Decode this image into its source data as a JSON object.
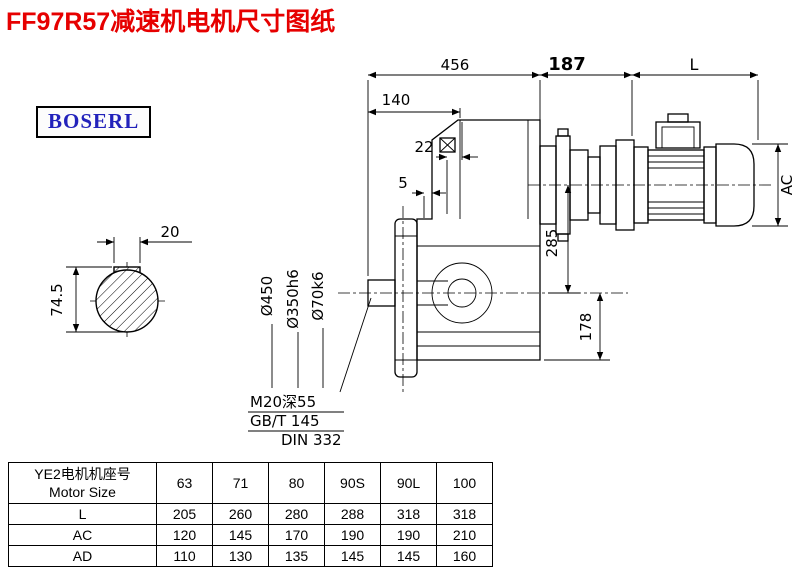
{
  "title": "FF97R57减速机电机尺寸图纸",
  "brand": "BOSERL",
  "drawing": {
    "dims": {
      "d456": "456",
      "d187": "187",
      "dL": "L",
      "d140": "140",
      "d22": "22",
      "d5": "5",
      "ac": "AC",
      "d285": "285",
      "d178": "178",
      "dia450": "Ø450",
      "dia350": "Ø350h6",
      "dia70": "Ø70k6",
      "key20": "20",
      "key74": "74.5"
    },
    "notes": [
      "M20深55",
      "GB/T 145",
      "DIN 332"
    ]
  },
  "table": {
    "header1": "YE2电机机座号",
    "header2": "Motor Size",
    "sizes": [
      "63",
      "71",
      "80",
      "90S",
      "90L",
      "100"
    ],
    "rows": [
      {
        "label": "L",
        "values": [
          "205",
          "260",
          "280",
          "288",
          "318",
          "318"
        ]
      },
      {
        "label": "AC",
        "values": [
          "120",
          "145",
          "170",
          "190",
          "190",
          "210"
        ]
      },
      {
        "label": "AD",
        "values": [
          "110",
          "130",
          "135",
          "145",
          "145",
          "160"
        ]
      }
    ]
  }
}
